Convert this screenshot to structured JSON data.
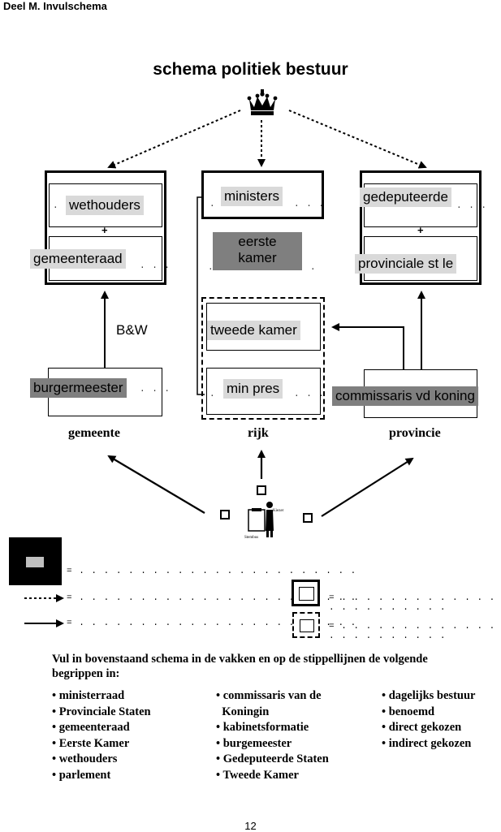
{
  "header": {
    "text": "Deel M. Invulschema"
  },
  "title": "schema politiek bestuur",
  "placeholders": {
    "dots": ". . . . . . . . . . . . . . . . . . . . . . .",
    "short_dots": ". . .",
    "plus": "+",
    "eq": "="
  },
  "gemeente": {
    "top_label": "wethouders",
    "bottom_label": "gemeenteraad",
    "side_label": "B&W",
    "lower_label": "burgermeester",
    "name": "gemeente"
  },
  "rijk": {
    "top_label": "ministers",
    "middle_label": "eerste\nkamer",
    "box1_label": "tweede kamer",
    "box2_label": "min pres",
    "name": "rijk"
  },
  "provincie": {
    "top_label": "gedeputeerde",
    "bottom_label": "provinciale st le",
    "lower_label": "commissaris vd koning",
    "name": "provincie"
  },
  "ballot": {
    "label1": "Kiezer",
    "label2": "Stembus"
  },
  "instructions": "Vul in bovenstaand schema in de vakken en op de stippellijnen de volgende begrippen in:",
  "terms": {
    "col1": [
      "ministerraad",
      "Provinciale Staten",
      "gemeenteraad",
      "Eerste Kamer",
      "wethouders",
      "parlement"
    ],
    "col2": [
      "commissaris van de",
      "Koningin",
      "kabinetsformatie",
      "burgemeester",
      "Gedeputeerde Staten",
      "Tweede Kamer"
    ],
    "col3": [
      "dagelijks bestuur",
      "benoemd",
      "direct gekozen",
      "indirect gekozen"
    ]
  },
  "page_number": "12",
  "colors": {
    "label_light": "#d9d9d9",
    "label_dark": "#7f7f7f"
  },
  "icons": [
    "crown-icon",
    "ballot-box-voter-icon"
  ]
}
